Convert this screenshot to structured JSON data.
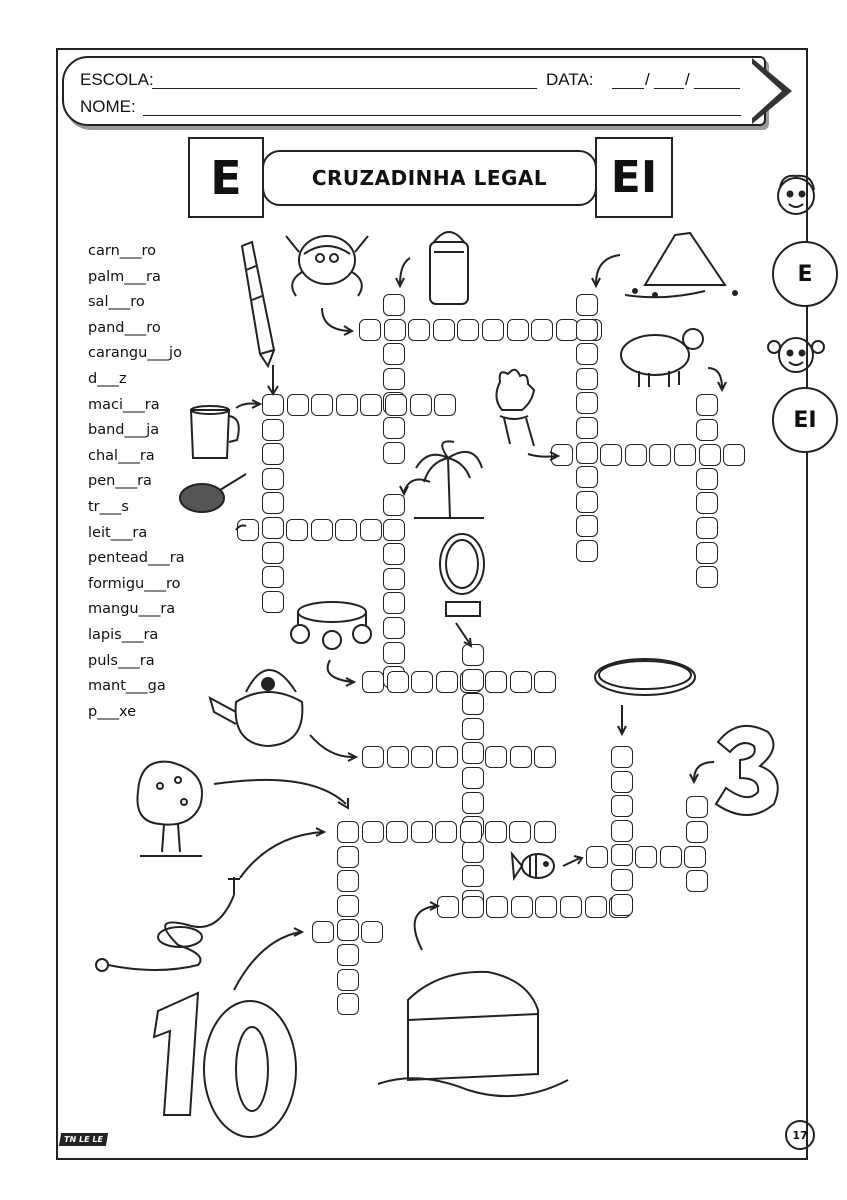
{
  "header": {
    "school_label": "ESCOLA:",
    "date_label": "DATA:",
    "date_slashes": [
      "/",
      "/"
    ],
    "name_label": "NOME:"
  },
  "title": {
    "left_letter": "E",
    "text": "CRUZADINHA LEGAL",
    "right_letter": "EI"
  },
  "side_badges": [
    "E",
    "EI"
  ],
  "words": [
    "carn___ro",
    "palm___ra",
    "sal___ro",
    "pand___ro",
    "carangu___jo",
    "d___z",
    "maci___ra",
    "band___ja",
    "chal___ra",
    "pen___ra",
    "tr___s",
    "leit___ra",
    "pentead___ra",
    "formigu___ro",
    "mangu___ra",
    "lapis___ra",
    "puls___ra",
    "mant___ga",
    "p___xe"
  ],
  "numbers_drawn": [
    "10",
    "3"
  ],
  "page_number": "17",
  "footer_logo": "TN LE LE"
}
